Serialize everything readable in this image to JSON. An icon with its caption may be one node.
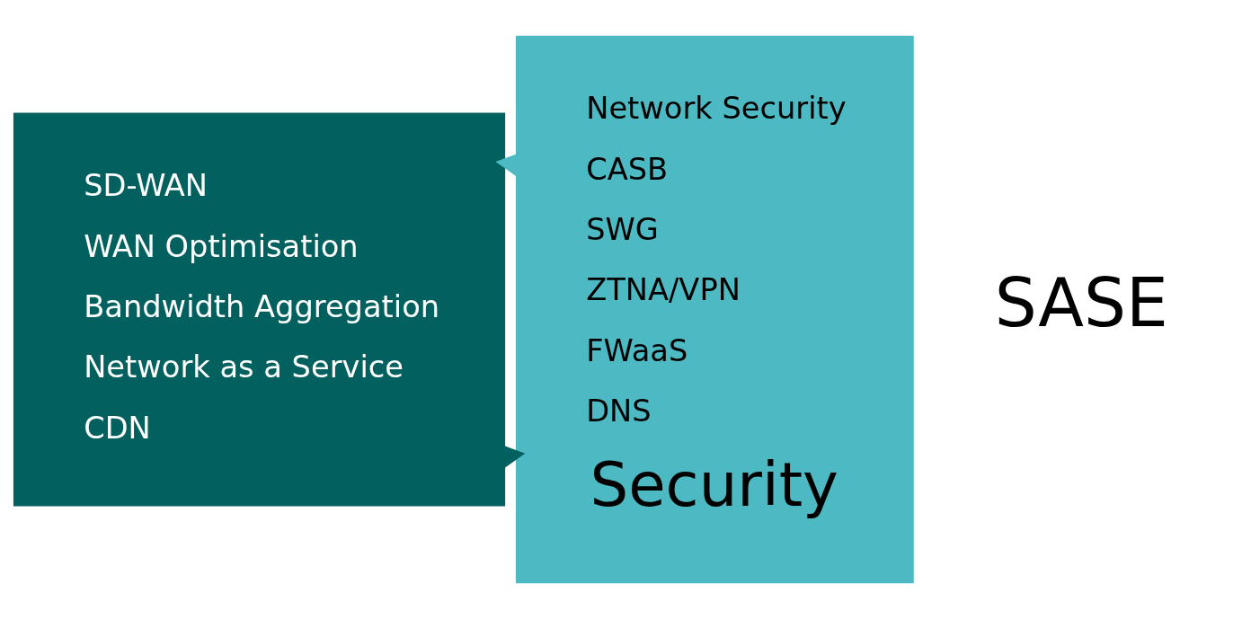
{
  "diagram": {
    "nodes": [
      {
        "text": [
          "SD-WAN",
          "WAN Optimisation",
          "Bandwidth Aggregation",
          "Network as a Service",
          "CDN"
        ]
      },
      {
        "text": [
          "SASE"
        ]
      },
      {
        "text": [
          "Network Security",
          "CASB",
          "SWG",
          "ZTNA/VPN",
          "FWaaS",
          "DNS",
          "Security"
        ]
      }
    ],
    "edges": [
      {
        "from": 0,
        "to": 2,
        "arrow": "to",
        "style": "thick",
        "color": "#02605f"
      },
      {
        "from": 2,
        "to": 0,
        "arrow": "to",
        "style": "thick",
        "color": "#4dbac3"
      }
    ]
  }
}
